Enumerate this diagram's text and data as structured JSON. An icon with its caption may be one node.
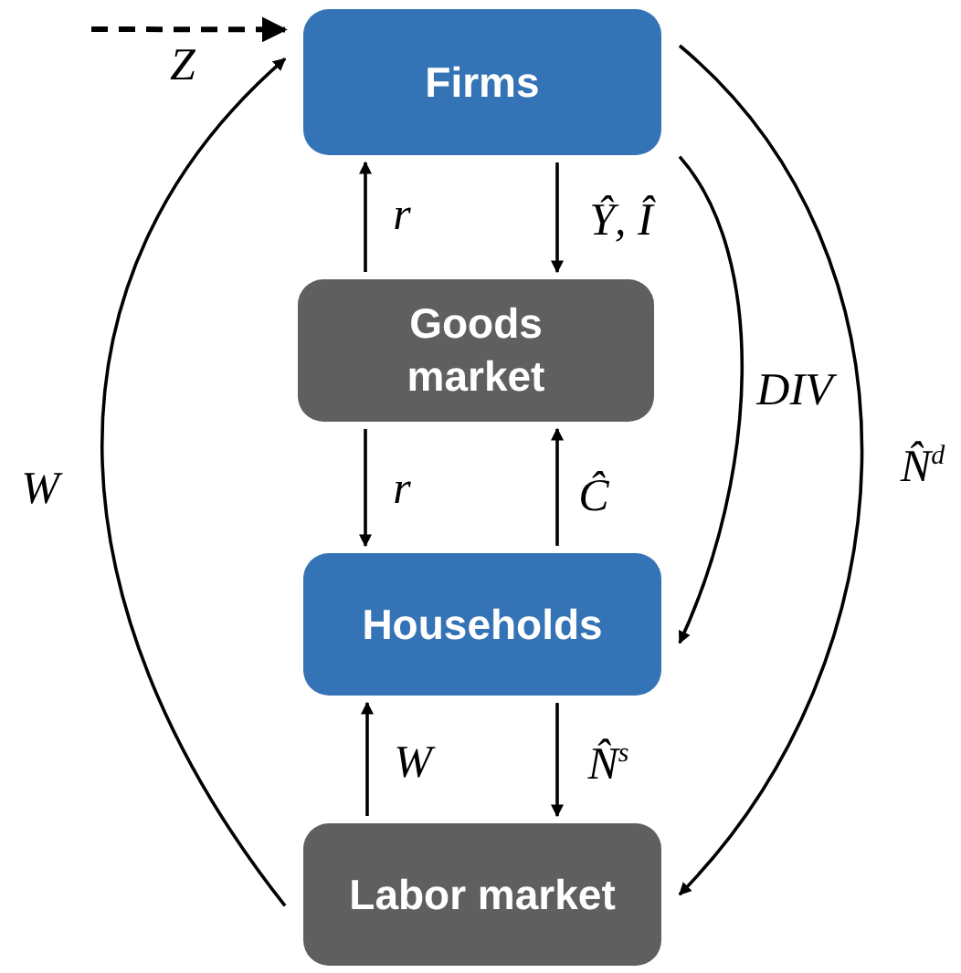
{
  "diagram": {
    "nodes": [
      {
        "text": [
          "Firms"
        ]
      },
      {
        "text": [
          "Goods market"
        ]
      },
      {
        "text": [
          "Households"
        ]
      },
      {
        "text": [
          "Labor market"
        ]
      }
    ],
    "edges": [
      {
        "from": null,
        "to": 0,
        "arrow": "to",
        "label": "Z",
        "style": "dashed"
      },
      {
        "from": 1,
        "to": 0,
        "arrow": "to",
        "label": "r"
      },
      {
        "from": 0,
        "to": 1,
        "arrow": "to",
        "label": "Ŷ, Î"
      },
      {
        "from": 1,
        "to": 2,
        "arrow": "to",
        "label": "r"
      },
      {
        "from": 2,
        "to": 1,
        "arrow": "to",
        "label": "Ĉ"
      },
      {
        "from": 3,
        "to": 2,
        "arrow": "to",
        "label": "W"
      },
      {
        "from": 2,
        "to": 3,
        "arrow": "to",
        "label": "N̂$^{s}$"
      },
      {
        "from": 3,
        "to": 0,
        "arrow": "to",
        "label": "W"
      },
      {
        "from": 0,
        "to": 2,
        "arrow": "to",
        "label": "DIV"
      },
      {
        "from": 0,
        "to": 3,
        "arrow": "to",
        "label": "N̂$^{d}$"
      }
    ]
  }
}
